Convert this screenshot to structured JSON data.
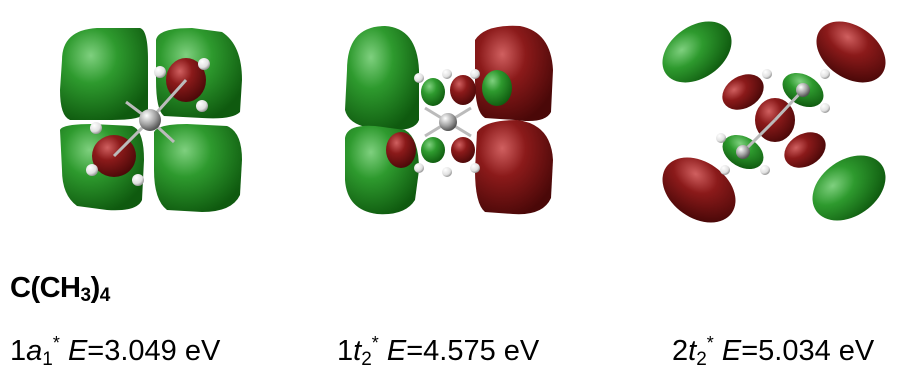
{
  "colors": {
    "positive_lobe": "#1f8a1f",
    "negative_lobe": "#8b1a1a",
    "carbon": "#9a9a9a",
    "hydrogen": "#f2f2f2"
  },
  "molecule": {
    "formula_main": "C(CH",
    "formula_sub": "3",
    "formula_close": ")",
    "formula_count": "4"
  },
  "orbitals": [
    {
      "prefix": "1",
      "symbol": "a",
      "subscript": "1",
      "superscript": "*",
      "energy_symbol": "E",
      "energy_text": "=3.049 eV"
    },
    {
      "prefix": "1",
      "symbol": "t",
      "subscript": "2",
      "superscript": "*",
      "energy_symbol": "E",
      "energy_text": "=4.575 eV"
    },
    {
      "prefix": "2",
      "symbol": "t",
      "subscript": "2",
      "superscript": "*",
      "energy_symbol": "E",
      "energy_text": "=5.034 eV"
    }
  ]
}
